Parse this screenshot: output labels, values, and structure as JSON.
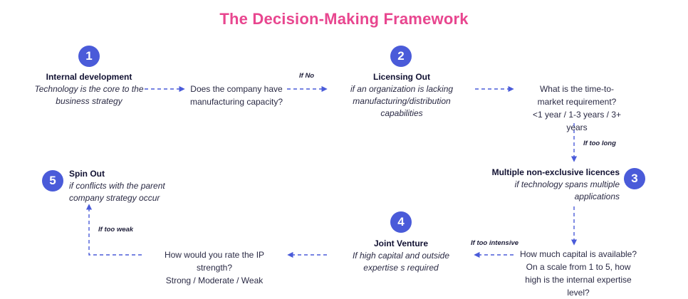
{
  "title": "The Decision-Making Framework",
  "colors": {
    "title": "#e8468f",
    "accent": "#4a5bd9"
  },
  "nodes": {
    "internal_development": {
      "number": "1",
      "heading": "Internal development",
      "subtitle": "Technology is the core to the business strategy"
    },
    "licensing_out": {
      "number": "2",
      "heading": "Licensing Out",
      "subtitle": "if an organization is lacking manufacturing/distribution capabilities"
    },
    "multiple_licences": {
      "number": "3",
      "heading": "Multiple non-exclusive licences",
      "subtitle": "if technology spans multiple applications"
    },
    "joint_venture": {
      "number": "4",
      "heading": "Joint Venture",
      "subtitle": "If high capital and outside expertise s required"
    },
    "spin_out": {
      "number": "5",
      "heading": "Spin Out",
      "subtitle": "if conflicts with the parent company strategy occur"
    }
  },
  "questions": {
    "manufacturing": "Does the company have manufacturing capacity?",
    "time_to_market": "What is the time-to-market requirement?",
    "time_options": "<1 year / 1-3 years / 3+ years",
    "capital": "How much capital is available?",
    "expertise": "On a scale from 1 to 5, how high is the internal expertise level?",
    "ip_strength": "How would you rate the IP strength?",
    "ip_options": "Strong / Moderate / Weak"
  },
  "edge_labels": {
    "if_no": "If No",
    "if_too_long": "If too long",
    "if_too_intensive": "If too intensive",
    "if_too_weak": "If too weak"
  }
}
